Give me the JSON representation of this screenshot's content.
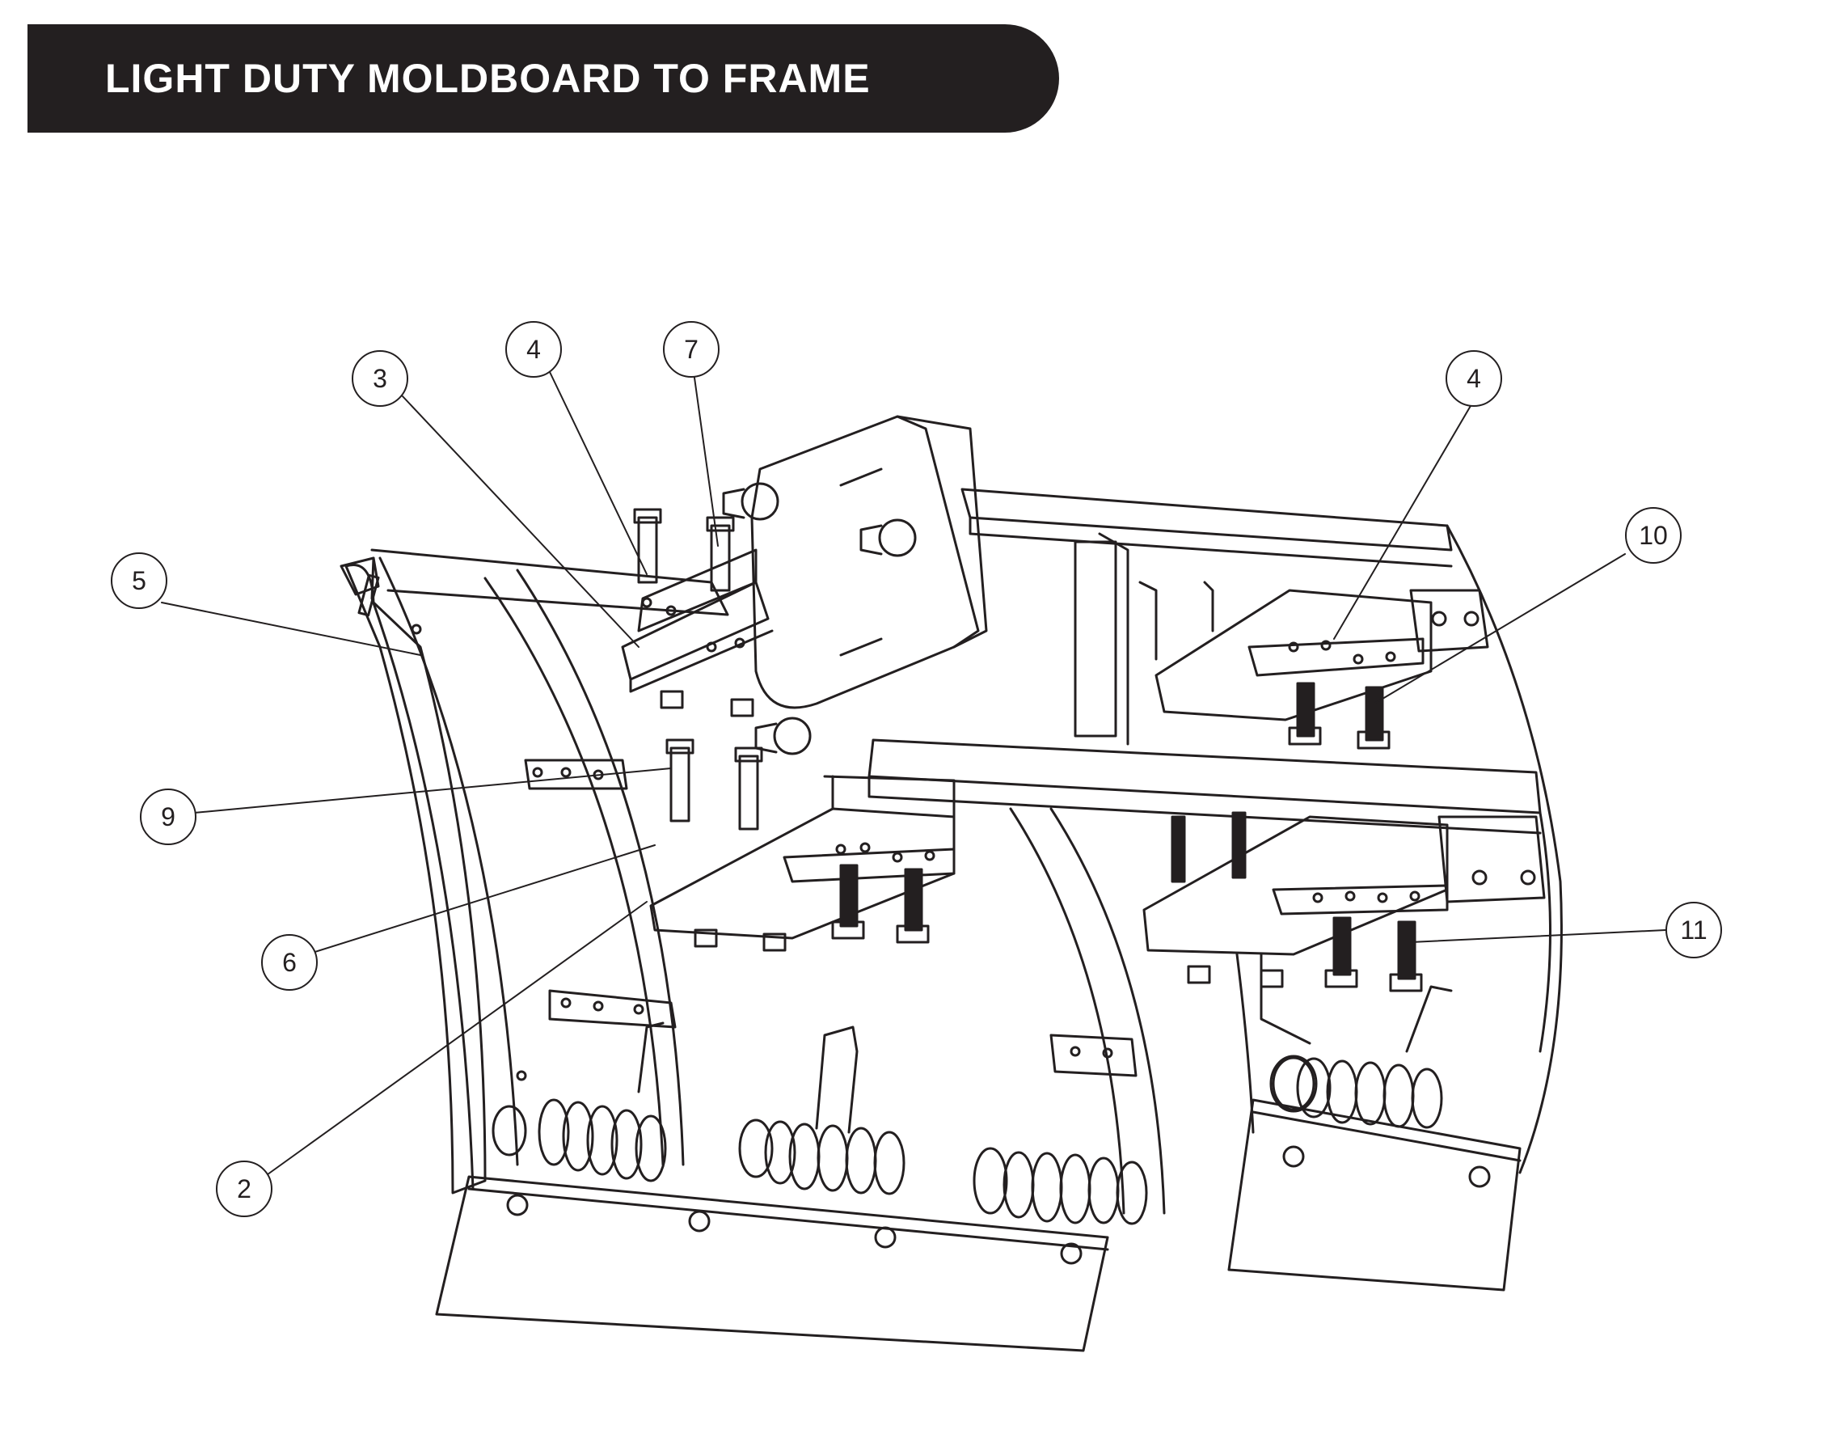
{
  "header": {
    "title": "LIGHT DUTY MOLDBOARD TO FRAME",
    "banner_color": "#231f20",
    "text_color": "#ffffff"
  },
  "diagram": {
    "line_color": "#231f20",
    "callouts": [
      {
        "id": "callout-3",
        "label": "3"
      },
      {
        "id": "callout-4-left",
        "label": "4"
      },
      {
        "id": "callout-7",
        "label": "7"
      },
      {
        "id": "callout-4-right",
        "label": "4"
      },
      {
        "id": "callout-10",
        "label": "10"
      },
      {
        "id": "callout-5",
        "label": "5"
      },
      {
        "id": "callout-9",
        "label": "9"
      },
      {
        "id": "callout-6",
        "label": "6"
      },
      {
        "id": "callout-11",
        "label": "11"
      },
      {
        "id": "callout-2",
        "label": "2"
      }
    ]
  }
}
